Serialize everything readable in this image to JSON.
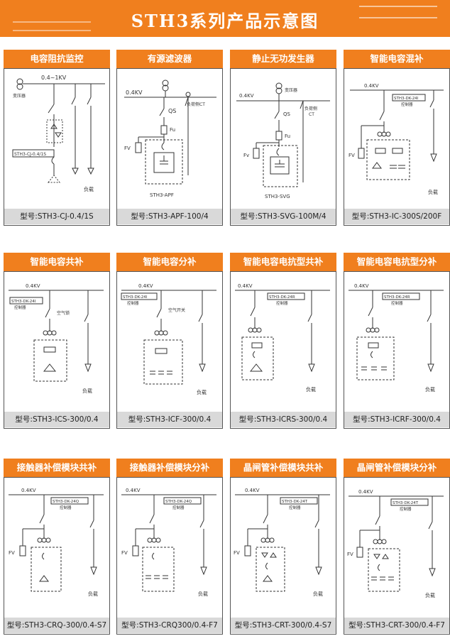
{
  "page": {
    "title": "STH3系列产品示意图",
    "accent": "#f07f1e",
    "footer_bg": "#d9d9d9"
  },
  "cards": [
    {
      "title": "电容阻抗监控",
      "model": "型号:STH3-CJ-0.4/1S",
      "voltage": "0.4~1KV",
      "transformer": "变压器",
      "controller": "STH3-CJ-0.4/1S",
      "load": "负载"
    },
    {
      "title": "有源滤波器",
      "model": "型号:STH3-APF-100/4",
      "voltage": "0.4KV",
      "ct": "负荷侧CT",
      "qs": "QS",
      "fu": "Fu",
      "fv": "FV",
      "device": "STH3-APF"
    },
    {
      "title": "静止无功发生器",
      "model": "型号:STH3-SVG-100M/4",
      "voltage": "0.4KV",
      "transformer": "变压器",
      "ct": "负荷侧\nCT",
      "ct_l1": "负荷侧",
      "ct_l2": "CT",
      "qs": "QS",
      "fu": "Fu",
      "fv": "Fv",
      "device": "STH3-SVG"
    },
    {
      "title": "智能电容混补",
      "model": "型号:STH3-IC-300S/200F",
      "voltage": "0.4KV",
      "controller": "STH3-DK-24I",
      "ctrl_label": "控制器",
      "fv": "FV",
      "load": "负载"
    },
    {
      "title": "智能电容共补",
      "model": "型号:STH3-ICS-300/0.4",
      "voltage": "0.4KV",
      "controller": "STH3-DK-24I",
      "ctrl_label": "控制器",
      "breaker": "空气锁",
      "load": "负载"
    },
    {
      "title": "智能电容分补",
      "model": "型号:STH3-ICF-300/0.4",
      "voltage": "0.4KV",
      "controller": "STH3-DK-24I",
      "ctrl_label": "控制器",
      "breaker": "空气开关",
      "load": "负载"
    },
    {
      "title": "智能电容电抗型共补",
      "model": "型号:STH3-ICRS-300/0.4",
      "voltage": "0.4KV",
      "controller": "STH3-DK-24R",
      "ctrl_label": "控制器",
      "load": "负载"
    },
    {
      "title": "智能电容电抗型分补",
      "model": "型号:STH3-ICRF-300/0.4",
      "voltage": "0.4KV",
      "controller": "STH3-DK-24R",
      "ctrl_label": "控制器",
      "load": "负载"
    },
    {
      "title": "接触器补偿模块共补",
      "model": "型号:STH3-CRQ-300/0.4-S7",
      "voltage": "0.4KV",
      "controller": "STH3-DK-24Q",
      "ctrl_label": "控制器",
      "fv": "FV",
      "load": "负载"
    },
    {
      "title": "接触器补偿模块分补",
      "model": "型号:STH3-CRQ300/0.4-F7",
      "voltage": "0.4KV",
      "controller": "STH3-DK-24Q",
      "ctrl_label": "控制器",
      "fv": "FV",
      "load": "负载"
    },
    {
      "title": "晶闸管补偿模块共补",
      "model": "型号:STH3-CRT-300/0.4-S7",
      "voltage": "0.4KV",
      "controller": "STH3-DK-24T",
      "ctrl_label": "控制器",
      "fv": "FV",
      "load": "负载"
    },
    {
      "title": "晶闸管补偿模块分补",
      "model": "型号:STH3-CRT-300/0.4-F7",
      "voltage": "0.4KV",
      "controller": "STH3-DK-24T",
      "ctrl_label": "控制器",
      "fv": "FV",
      "load": "负载"
    }
  ]
}
